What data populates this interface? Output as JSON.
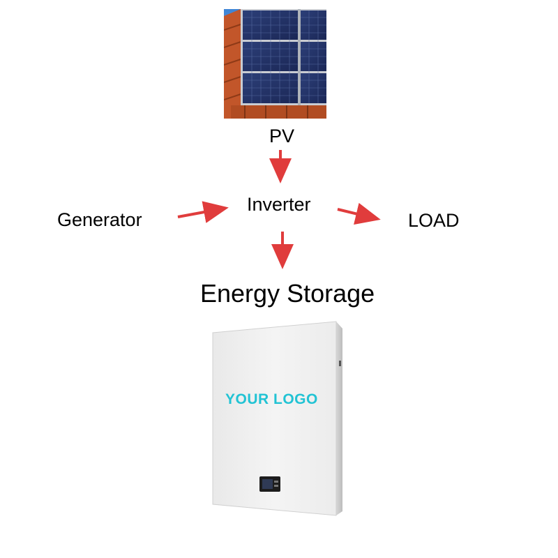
{
  "nodes": {
    "pv": "PV",
    "inverter": "Inverter",
    "generator": "Generator",
    "load": "LOAD",
    "energy_storage": "Energy Storage"
  },
  "battery": {
    "logo_text": "YOUR LOGO"
  },
  "colors": {
    "arrow": "#e03c3c",
    "logo": "#22c3d4",
    "battery_body": "#f1f1f1"
  },
  "edges": [
    {
      "from": "pv",
      "to": "inverter"
    },
    {
      "from": "generator",
      "to": "inverter"
    },
    {
      "from": "inverter",
      "to": "load"
    },
    {
      "from": "inverter",
      "to": "energy_storage"
    }
  ]
}
